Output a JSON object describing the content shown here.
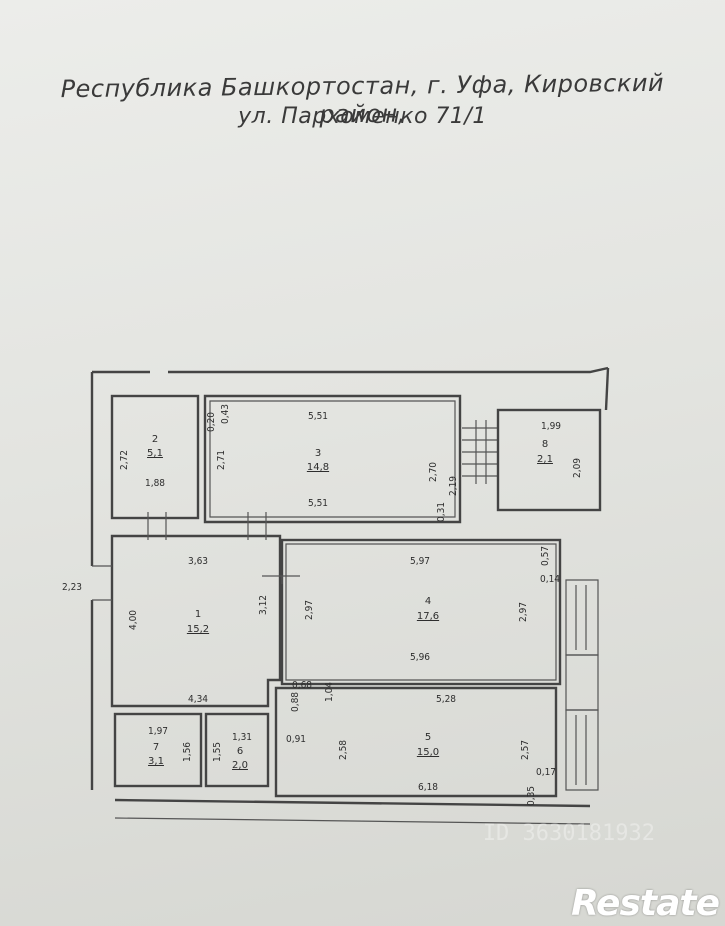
{
  "header": {
    "line1": "Республика Башкортостан, г. Уфа, Кировский район,",
    "line2": "ул. Пархоменко 71/1"
  },
  "rooms": [
    {
      "num": "1",
      "area": "15,2"
    },
    {
      "num": "2",
      "area": "5,1"
    },
    {
      "num": "3",
      "area": "14,8"
    },
    {
      "num": "4",
      "area": "17,6"
    },
    {
      "num": "5",
      "area": "15,0"
    },
    {
      "num": "6",
      "area": "2,0"
    },
    {
      "num": "7",
      "area": "3,1"
    },
    {
      "num": "8",
      "area": "2,1"
    }
  ],
  "dims": {
    "r2_h": "2,72",
    "r2_w": "1,88",
    "r3_top": "5,51",
    "r3_bottom": "5,51",
    "r3_h": "2,71",
    "r3_a": "0,20",
    "r3_b": "0,43",
    "r3_c": "2,70",
    "r3_d": "2,19",
    "r3_e": "0,31",
    "r8_w": "1,99",
    "r8_h": "2,09",
    "r1_top": "3,63",
    "r1_h": "4,00",
    "r1_h2": "3,12",
    "r1_bottom": "4,34",
    "outside": "2,23",
    "r4_top": "5,97",
    "r4_bottom": "5,96",
    "r4_h_left": "2,97",
    "r4_h_right": "2,97",
    "r4_a": "0,57",
    "r4_b": "0,14",
    "c_a": "0,68",
    "c_b": "0,88",
    "c_c": "1,04",
    "r5_top": "5,28",
    "r5_bottom": "6,18",
    "r5_h": "2,58",
    "r5_h2": "2,57",
    "r5_a": "0,91",
    "r5_b": "0,17",
    "r5_c": "0,35",
    "r7_w": "1,97",
    "r7_h": "1,56",
    "r6_w": "1,31",
    "r6_h": "1,55"
  },
  "watermark": {
    "text": "Restate",
    "ghost": "ID 3630181932"
  }
}
